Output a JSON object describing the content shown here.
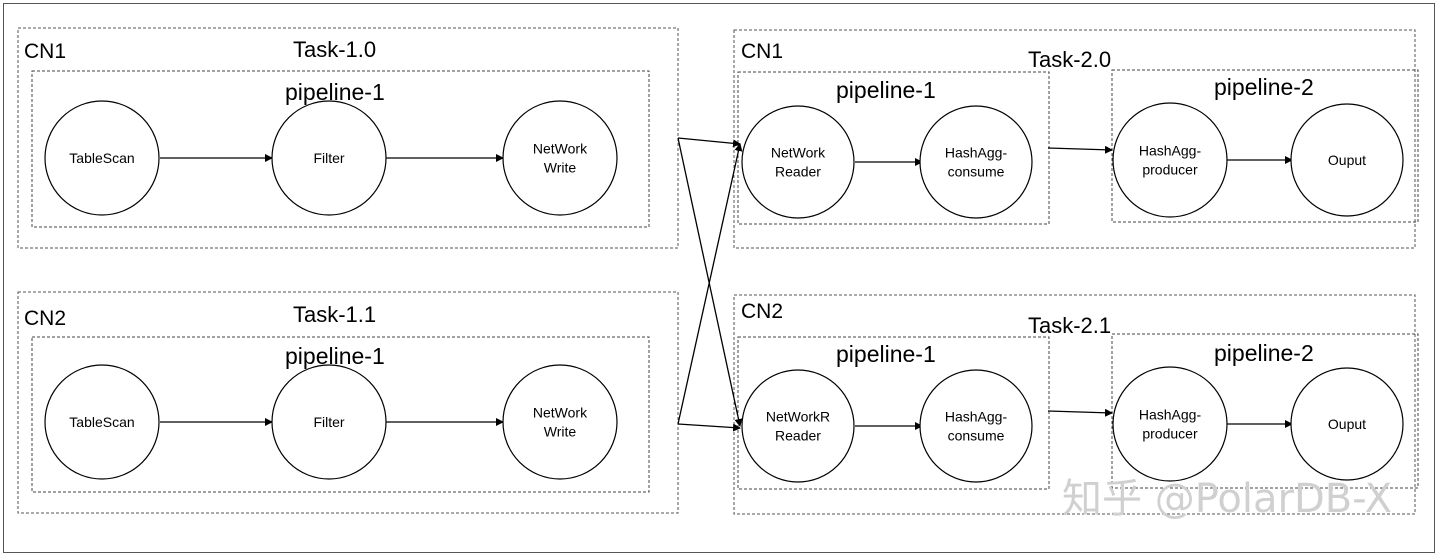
{
  "tasks": [
    {
      "cn": "CN1",
      "name": "Task-1.0",
      "pipelines": [
        {
          "name": "pipeline-1",
          "nodes": [
            "TableScan",
            "Filter",
            "NetWork\nWrite"
          ]
        }
      ]
    },
    {
      "cn": "CN2",
      "name": "Task-1.1",
      "pipelines": [
        {
          "name": "pipeline-1",
          "nodes": [
            "TableScan",
            "Filter",
            "NetWork\nWrite"
          ]
        }
      ]
    },
    {
      "cn": "CN1",
      "name": "Task-2.0",
      "pipelines": [
        {
          "name": "pipeline-1",
          "nodes": [
            "NetWork\nReader",
            "HashAgg-\nconsume"
          ]
        },
        {
          "name": "pipeline-2",
          "nodes": [
            "HashAgg-\nproducer",
            "Ouput"
          ]
        }
      ]
    },
    {
      "cn": "CN2",
      "name": "Task-2.1",
      "pipelines": [
        {
          "name": "pipeline-1",
          "nodes": [
            "NetWorkR\nReader",
            "HashAgg-\nconsume"
          ]
        },
        {
          "name": "pipeline-2",
          "nodes": [
            "HashAgg-\nproducer",
            "Ouput"
          ]
        }
      ]
    }
  ],
  "watermark": "知乎 @PolarDB-X"
}
